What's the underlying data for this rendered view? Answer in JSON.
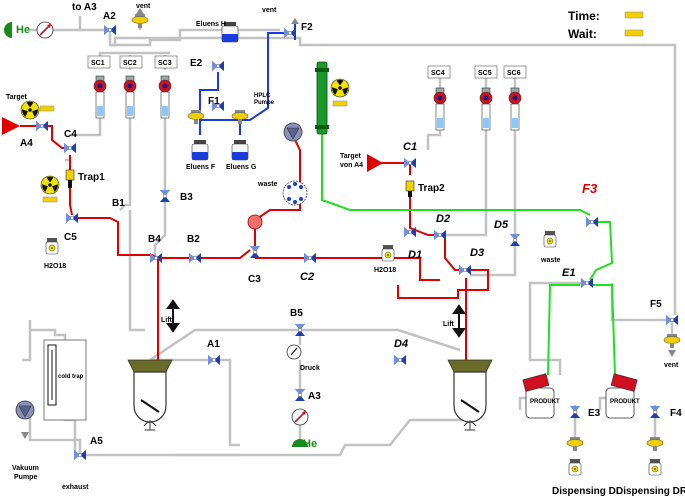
{
  "status": {
    "time_label": "Time:",
    "wait_label": "Wait:",
    "indicator_color": "#f2d000"
  },
  "colors": {
    "red_line": "#e00000",
    "green_line": "#22dd22",
    "blue_line": "#1a3cdc",
    "gray_line": "#c2c2c2",
    "valve_blue": "#1f3fb0"
  },
  "labels": {
    "to_a3": "to A3",
    "vent_top": "vent",
    "he_top": "He",
    "a2": "A2",
    "eluens_h": "Eluens H",
    "vent_f2": "vent",
    "f2": "F2",
    "sc1": "SC1",
    "sc2": "SC2",
    "sc3": "SC3",
    "sc4": "SC4",
    "sc5": "SC5",
    "sc6": "SC6",
    "e2": "E2",
    "f1": "F1",
    "hplc_pump": "HPLC\nPumpe",
    "eluens_f": "Eluens F",
    "eluens_g": "Eluens G",
    "target": "Target",
    "a4": "A4",
    "c4": "C4",
    "trap1": "Trap1",
    "c5": "C5",
    "h2o18_left": "H2O18",
    "b1": "B1",
    "b3": "B3",
    "b4": "B4",
    "b2": "B2",
    "waste_mid": "waste",
    "c3": "C3",
    "c2": "C2",
    "target_von_a4_1": "Target",
    "target_von_a4_2": "von A4",
    "c1": "C1",
    "trap2": "Trap2",
    "d2": "D2",
    "d1": "D1",
    "h2o18_right": "H2O18",
    "d3": "D3",
    "d5": "D5",
    "f3": "F3",
    "waste_right": "waste",
    "e1": "E1",
    "f5": "F5",
    "vent_right": "vent",
    "lift_left": "Lift",
    "lift_right": "Lift",
    "a1": "A1",
    "b5": "B5",
    "druck": "Druck",
    "a3": "A3",
    "he_bottom": "He",
    "d4": "D4",
    "cold_trap": "cold trap",
    "vakuum_pumpe_1": "Vakuum",
    "vakuum_pumpe_2": "Pumpe",
    "a5": "A5",
    "exhaust": "exhaust",
    "e3": "E3",
    "f4": "F4",
    "dispensing_dl": "Dispensing DL",
    "dispensing_dr": "Dispensing DR",
    "product": "PRODUKT"
  }
}
